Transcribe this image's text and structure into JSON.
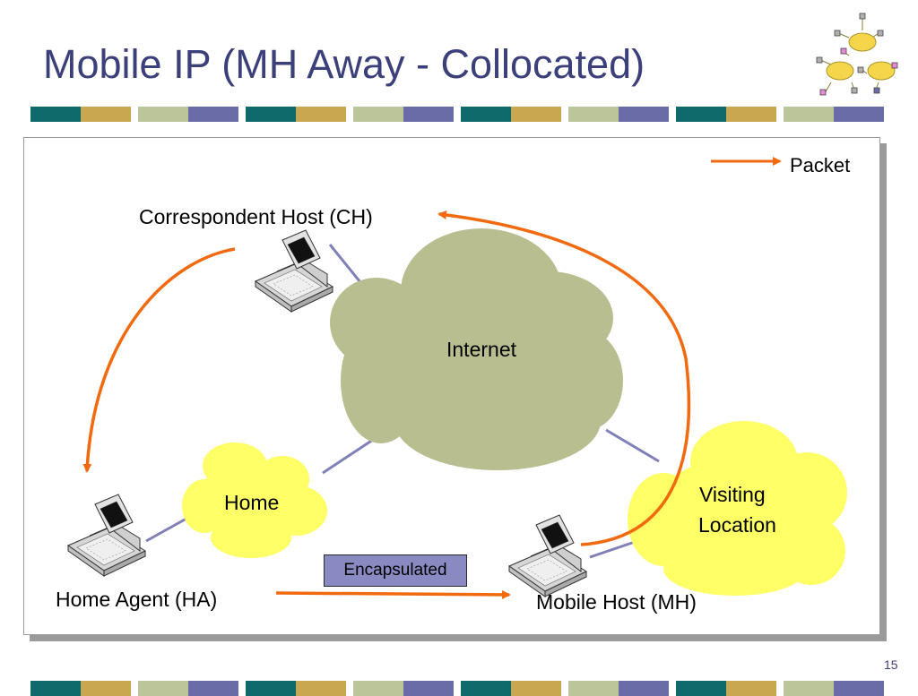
{
  "slide": {
    "title": "Mobile IP (MH Away - Collocated)",
    "page_number": "15"
  },
  "legend": {
    "label": "Packet"
  },
  "nodes": {
    "correspondent_host": "Correspondent Host (CH)",
    "home_agent": "Home Agent (HA)",
    "mobile_host": "Mobile Host (MH)"
  },
  "clouds": {
    "internet": "Internet",
    "home": "Home",
    "visiting_line1": "Visiting",
    "visiting_line2": "Location"
  },
  "tunnel": {
    "label": "Encapsulated"
  },
  "colors": {
    "title": "#3b3f7a",
    "arrow": "#f26a10",
    "internet_cloud": "#b8be90",
    "home_cloud": "#ffff66",
    "link_line": "#8080b8",
    "encapsulated_box": "#8a8ac3",
    "stripe": [
      "#0f6b6b",
      "#c9a650",
      "#bcc49a",
      "#6a6ca8"
    ]
  }
}
